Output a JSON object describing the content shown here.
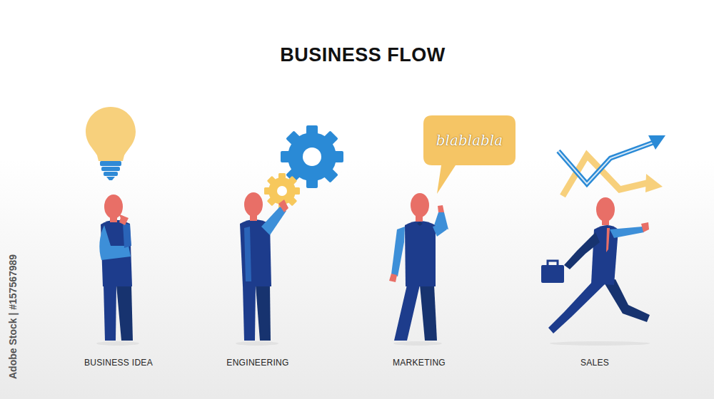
{
  "diagram": {
    "title": "BUSINESS FLOW",
    "nodes": [
      {
        "text": [
          "blablabla"
        ]
      }
    ],
    "labels": [
      "BUSINESS IDEA",
      "ENGINEERING",
      "MARKETING",
      "SALES",
      "Adobe Stock | #157567989"
    ]
  }
}
